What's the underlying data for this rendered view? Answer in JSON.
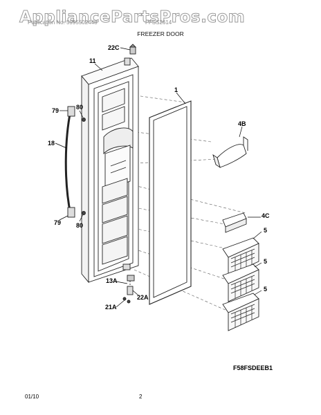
{
  "header": {
    "watermark": "AppliancePartsPros.com",
    "left_text": "Publication No. 5995502448",
    "right_text": "FFSS2614",
    "section_title": "FREEZER DOOR"
  },
  "callouts": {
    "c22C": "22C",
    "c11": "11",
    "c1": "1",
    "c79a": "79",
    "c80a": "80",
    "c18": "18",
    "c4B": "4B",
    "c79b": "79",
    "c80b": "80",
    "c4C": "4C",
    "c5a": "5",
    "c5b": "5",
    "c5c": "5",
    "c13A": "13A",
    "c21A": "21A",
    "c22A": "22A"
  },
  "model_code": "F58FSDEEB1",
  "footer": {
    "date": "01/10",
    "page": "2"
  }
}
